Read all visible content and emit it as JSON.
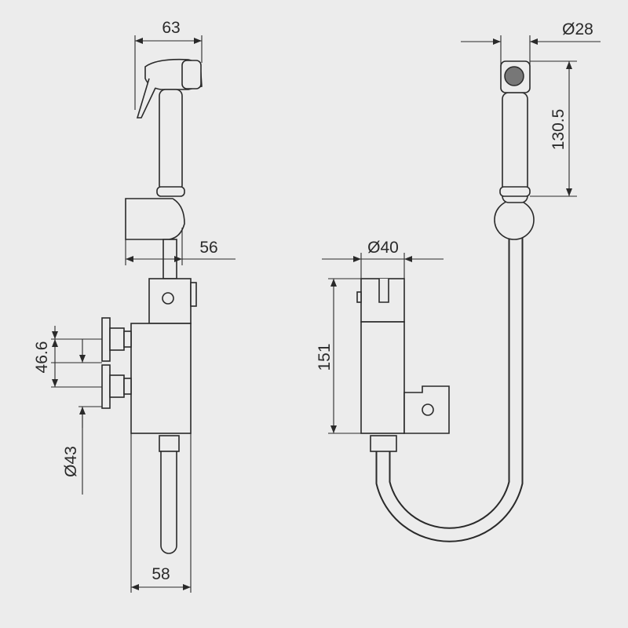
{
  "drawing": {
    "side_view": {
      "handspray_width": "63",
      "holder_depth": "56",
      "inlet_spacing": "46.6",
      "inlet_diameter": "Ø43",
      "body_depth": "58"
    },
    "front_view": {
      "handspray_diameter": "Ø28",
      "handspray_length": "130.5",
      "body_diameter": "Ø40",
      "body_height": "151"
    },
    "colors": {
      "background": "#ececec",
      "line": "#2a2a2a"
    }
  }
}
